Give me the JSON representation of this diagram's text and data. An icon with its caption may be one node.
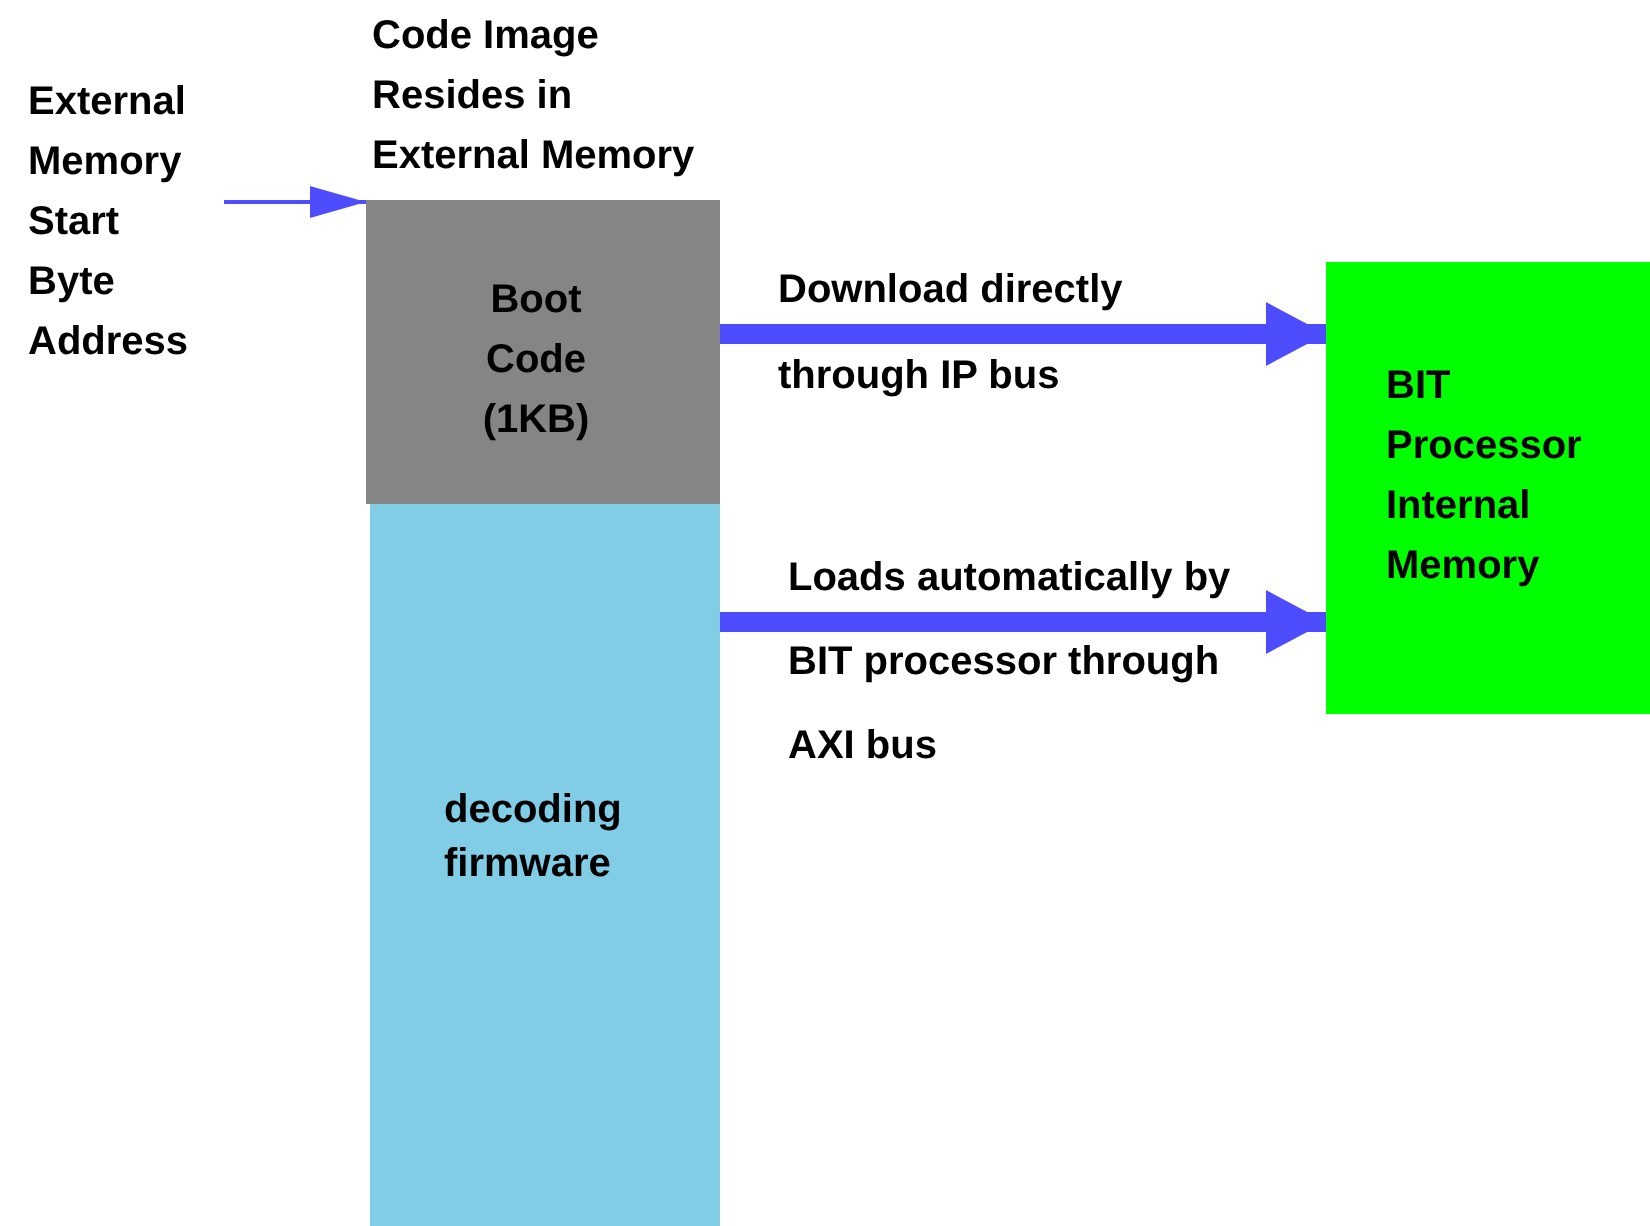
{
  "diagram": {
    "nodes": [
      {
        "text": [
          "External Memory Start Byte Address"
        ]
      },
      {
        "text": [
          "Boot Code (1KB)"
        ],
        "beside": [
          "Code Image Resides in External Memory"
        ]
      },
      {
        "text": [
          "decoding firmware"
        ]
      },
      {
        "text": [
          "BIT Processor Internal Memory"
        ]
      }
    ],
    "edges": [
      {
        "from": 0,
        "to": 1,
        "arrow": "to"
      },
      {
        "from": 1,
        "to": 3,
        "arrow": "to",
        "label": "Download directly through IP bus"
      },
      {
        "from": 2,
        "to": 3,
        "arrow": "to",
        "label": "Loads automatically by BIT processor through AXI bus"
      }
    ]
  }
}
